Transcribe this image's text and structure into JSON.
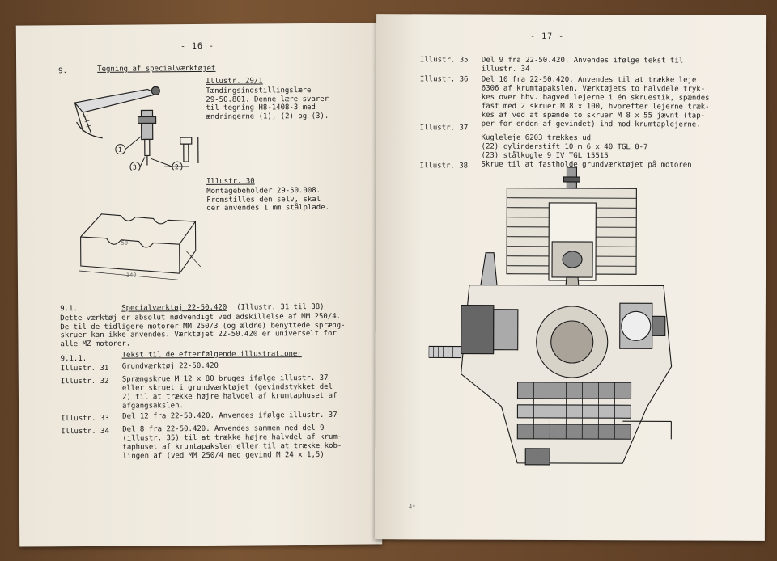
{
  "left_page": {
    "page_number": "- 16 -",
    "section_number": "9.",
    "section_title": "Tegning af specialværktøjet",
    "ill_29_1_title": "Illustr. 29/1",
    "ill_29_1_lines": [
      "Tændingsindstillingslære",
      "29-50.801. Denne lære svarer",
      "til tegning H8-1408-3 med",
      "ændringerne (1), (2) og (3)."
    ],
    "callout_1": "1",
    "callout_2": "2",
    "callout_3": "3",
    "ill_30_title": "Illustr. 30",
    "ill_30_lines": [
      "Montagebeholder 29-50.008.",
      "Fremstilles den selv, skal",
      "der anvendes 1 mm stålplade."
    ],
    "dim_50": "50",
    "dim_140": "140",
    "sub_91_number": "9.1.",
    "sub_91_title": "Specialværktøj 22-50.420",
    "sub_91_ref": "(Illustr. 31 til 38)",
    "para_91_lines": [
      "Dette værktøj er absolut nødvendigt ved adskillelse af MM 250/4.",
      "De til de tidligere motorer MM 250/3 (og ældre) benyttede spræng-",
      "skruer kan ikke anvendes. Værktøjet 22-50.420 er universelt for",
      "alle MZ-motorer."
    ],
    "sub_911_number": "9.1.1.",
    "sub_911_title": "Tekst til de efterfølgende illustrationer",
    "items": [
      {
        "label": "Illustr. 31",
        "lines": [
          "Grundværktøj 22-50.420"
        ]
      },
      {
        "label": "Illustr. 32",
        "lines": [
          "Sprængskrue M 12 x 80 bruges ifølge illustr. 37",
          "eller skruet i grundværktøjet (gevindstykket del",
          "2) til at trække højre halvdel af krumtaphuset af",
          "afgangsakslen."
        ]
      },
      {
        "label": "Illustr. 33",
        "lines": [
          "Del 12 fra 22-50.420. Anvendes ifølge illustr. 37"
        ]
      },
      {
        "label": "Illustr. 34",
        "lines": [
          "Del 8 fra 22-50.420. Anvendes sammen med del 9",
          "(illustr. 35) til at trække højre halvdel af krum-",
          "taphuset af krumtapakslen eller til at trække kob-",
          "lingen af (ved MM 250/4 med gevind M 24 x 1,5)"
        ]
      }
    ]
  },
  "right_page": {
    "page_number": "- 17 -",
    "items": [
      {
        "label": "Illustr. 35",
        "lines": [
          "Del 9 fra 22-50.420. Anvendes ifølge tekst til",
          "illustr. 34"
        ]
      },
      {
        "label": "Illustr. 36",
        "lines": [
          "Del 10 fra 22-50.420. Anvendes til at trække leje",
          "6306 af krumtapakslen. Værktøjets to halvdele tryk-",
          "kes over hhv. bagved lejerne i én skruestik, spændes",
          "fast med 2 skruer M 8 x 100, hvorefter lejerne træk-",
          "kes af ved at spænde to skruer M 8 x 55 jævnt (tap-",
          "per for enden af gevindet) ind mod krumtaplejerne."
        ]
      },
      {
        "label": "Illustr. 37",
        "lines": [
          "Kugleleje 6203 trækkes ud",
          "(22) cylinderstift 10 m 6 x 40 TGL 0-7",
          "(23) stålkugle 9 IV TGL 15515"
        ]
      },
      {
        "label": "Illustr. 38",
        "lines": [
          "Skrue til at fastholde grundværktøjet på motoren"
        ]
      }
    ],
    "corner_mark": "4*"
  }
}
